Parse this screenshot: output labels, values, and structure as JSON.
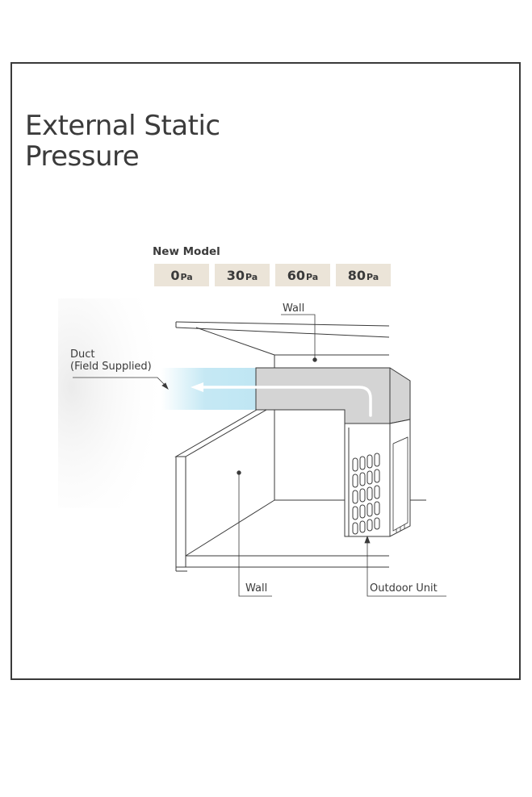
{
  "title": {
    "line1": "External Static",
    "line2": "Pressure"
  },
  "model_label": "New Model",
  "pressures": [
    {
      "value": "0",
      "unit": "Pa"
    },
    {
      "value": "30",
      "unit": "Pa"
    },
    {
      "value": "60",
      "unit": "Pa"
    },
    {
      "value": "80",
      "unit": "Pa"
    }
  ],
  "labels": {
    "wall_top": "Wall",
    "duct_line1": "Duct",
    "duct_line2": "(Field Supplied)",
    "wall_bottom": "Wall",
    "outdoor_unit": "Outdoor Unit"
  },
  "colors": {
    "airflow": "#bfe6f3",
    "duct_fill": "#d4d4d4",
    "chip": "#ebe4d8",
    "line": "#3a3a3a"
  }
}
